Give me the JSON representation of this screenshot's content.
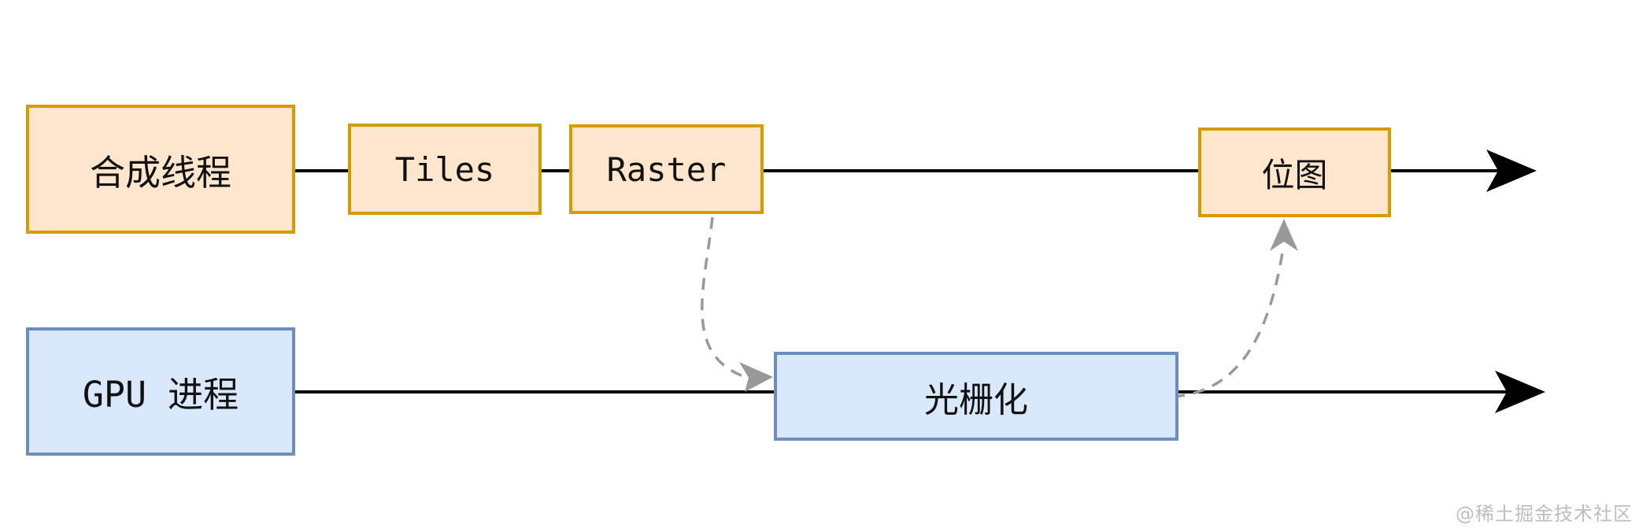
{
  "diagram": {
    "nodes": {
      "compositor_thread": {
        "label": "合成线程",
        "style": "orange"
      },
      "tiles": {
        "label": "Tiles",
        "style": "orange"
      },
      "raster": {
        "label": "Raster",
        "style": "orange"
      },
      "bitmap": {
        "label": "位图",
        "style": "orange"
      },
      "gpu_process": {
        "label": "GPU 进程",
        "style": "blue"
      },
      "rasterize": {
        "label": "光栅化",
        "style": "blue"
      }
    },
    "edges": [
      {
        "from": "compositor_thread",
        "to": "tiles",
        "style": "solid"
      },
      {
        "from": "tiles",
        "to": "raster",
        "style": "solid"
      },
      {
        "from": "raster",
        "to": "bitmap",
        "style": "solid"
      },
      {
        "from": "bitmap",
        "to": "timeline-end-top",
        "style": "solid-arrow"
      },
      {
        "from": "gpu_process",
        "to": "rasterize",
        "style": "solid"
      },
      {
        "from": "rasterize",
        "to": "timeline-end-bottom",
        "style": "solid-arrow"
      },
      {
        "from": "raster",
        "to": "rasterize",
        "style": "dashed-arrow"
      },
      {
        "from": "rasterize",
        "to": "bitmap",
        "style": "dashed-arrow"
      }
    ],
    "colors": {
      "orange_fill": "#FFE6CC",
      "orange_border": "#D79B00",
      "blue_fill": "#DAE8FC",
      "blue_border": "#6C8EBF",
      "line": "#000000",
      "dashed_line": "#999999",
      "background": "#ffffff",
      "watermark_text_color": "#bdbdbd"
    },
    "watermark": {
      "text": "@稀土掘金技术社区"
    }
  }
}
